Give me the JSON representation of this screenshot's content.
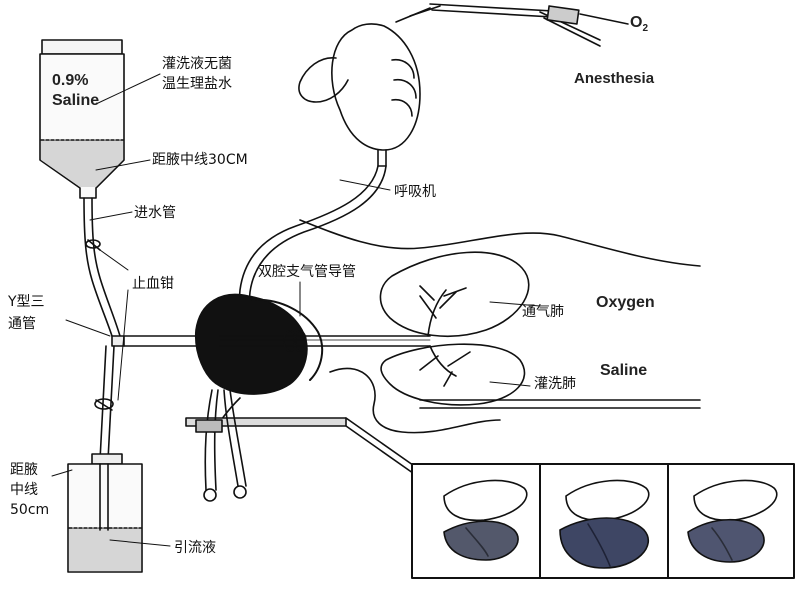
{
  "bottle": {
    "label_line1": "0.9%",
    "label_line2": "Saline"
  },
  "labels": {
    "lavage_fluid_line1": "灌洗液无菌",
    "lavage_fluid_line2": "温生理盐水",
    "height_30cm": "距腋中线30CM",
    "inflow_tube": "进水管",
    "hemostat": "止血钳",
    "y_connector_line1": "Y型三",
    "y_connector_line2": "通管",
    "ventilator": "呼吸机",
    "double_lumen_tube": "双腔支气管导管",
    "ventilated_lung": "通气肺",
    "lavaged_lung": "灌洗肺",
    "height_50cm_line1": "距腋",
    "height_50cm_line2": "中线",
    "height_50cm_line3": "50cm",
    "drainage_fluid": "引流液"
  },
  "gases": {
    "oxygen_label": "O",
    "oxygen_subscript": "2",
    "anesthesia": "Anesthesia"
  },
  "lung_side_labels": {
    "oxygen": "Oxygen",
    "saline": "Saline"
  }
}
